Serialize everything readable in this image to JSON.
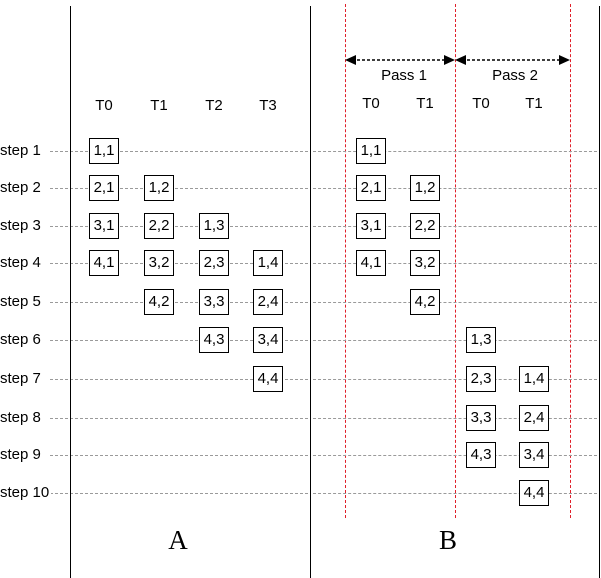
{
  "steps": [
    "step 1",
    "step 2",
    "step 3",
    "step 4",
    "step 5",
    "step 6",
    "step 7",
    "step 8",
    "step 9",
    "step 10"
  ],
  "panel_a": {
    "label": "A",
    "threads": [
      "T0",
      "T1",
      "T2",
      "T3"
    ],
    "cells": [
      {
        "text": "1,1",
        "thread": 0,
        "step": 0
      },
      {
        "text": "2,1",
        "thread": 0,
        "step": 1
      },
      {
        "text": "3,1",
        "thread": 0,
        "step": 2
      },
      {
        "text": "4,1",
        "thread": 0,
        "step": 3
      },
      {
        "text": "1,2",
        "thread": 1,
        "step": 1
      },
      {
        "text": "2,2",
        "thread": 1,
        "step": 2
      },
      {
        "text": "3,2",
        "thread": 1,
        "step": 3
      },
      {
        "text": "4,2",
        "thread": 1,
        "step": 4
      },
      {
        "text": "1,3",
        "thread": 2,
        "step": 2
      },
      {
        "text": "2,3",
        "thread": 2,
        "step": 3
      },
      {
        "text": "3,3",
        "thread": 2,
        "step": 4
      },
      {
        "text": "4,3",
        "thread": 2,
        "step": 5
      },
      {
        "text": "1,4",
        "thread": 3,
        "step": 3
      },
      {
        "text": "2,4",
        "thread": 3,
        "step": 4
      },
      {
        "text": "3,4",
        "thread": 3,
        "step": 5
      },
      {
        "text": "4,4",
        "thread": 3,
        "step": 6
      }
    ]
  },
  "panel_b": {
    "label": "B",
    "passes": [
      "Pass 1",
      "Pass 2"
    ],
    "threads": [
      {
        "label": "T0",
        "pass": 0,
        "thread": 0
      },
      {
        "label": "T1",
        "pass": 0,
        "thread": 1
      },
      {
        "label": "T0",
        "pass": 1,
        "thread": 0
      },
      {
        "label": "T1",
        "pass": 1,
        "thread": 1
      }
    ],
    "cells": [
      {
        "text": "1,1",
        "pass": 0,
        "thread": 0,
        "step": 0
      },
      {
        "text": "2,1",
        "pass": 0,
        "thread": 0,
        "step": 1
      },
      {
        "text": "3,1",
        "pass": 0,
        "thread": 0,
        "step": 2
      },
      {
        "text": "4,1",
        "pass": 0,
        "thread": 0,
        "step": 3
      },
      {
        "text": "1,2",
        "pass": 0,
        "thread": 1,
        "step": 1
      },
      {
        "text": "2,2",
        "pass": 0,
        "thread": 1,
        "step": 2
      },
      {
        "text": "3,2",
        "pass": 0,
        "thread": 1,
        "step": 3
      },
      {
        "text": "4,2",
        "pass": 0,
        "thread": 1,
        "step": 4
      },
      {
        "text": "1,3",
        "pass": 1,
        "thread": 0,
        "step": 5
      },
      {
        "text": "2,3",
        "pass": 1,
        "thread": 0,
        "step": 6
      },
      {
        "text": "3,3",
        "pass": 1,
        "thread": 0,
        "step": 7
      },
      {
        "text": "4,3",
        "pass": 1,
        "thread": 0,
        "step": 8
      },
      {
        "text": "1,4",
        "pass": 1,
        "thread": 1,
        "step": 6
      },
      {
        "text": "2,4",
        "pass": 1,
        "thread": 1,
        "step": 7
      },
      {
        "text": "3,4",
        "pass": 1,
        "thread": 1,
        "step": 8
      },
      {
        "text": "4,4",
        "pass": 1,
        "thread": 1,
        "step": 9
      }
    ]
  },
  "colors": {
    "pass_boundary": "#e0202a",
    "step_guide": "#9a9a9a",
    "ink": "#000000"
  }
}
